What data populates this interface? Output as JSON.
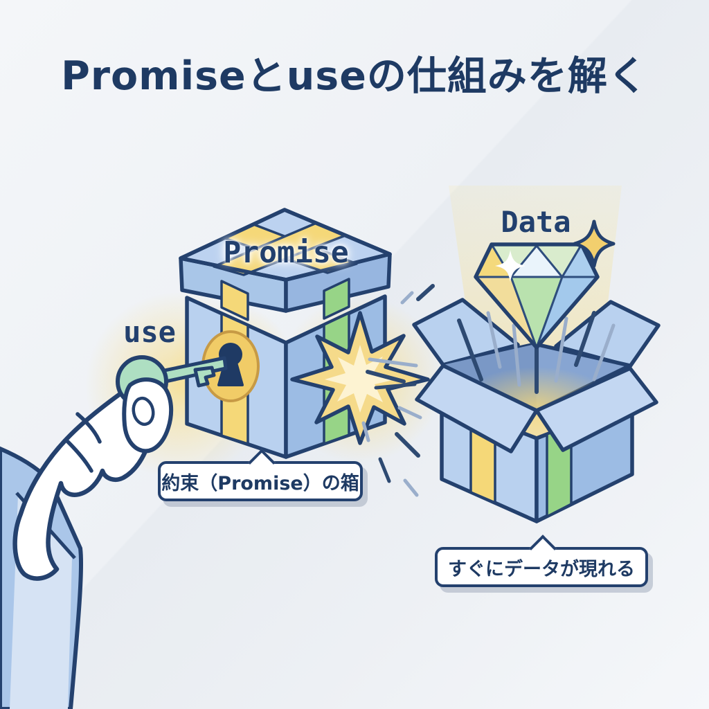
{
  "title": {
    "text": "Promiseとuseの仕組みを解く"
  },
  "promise_box": {
    "label": "Promise",
    "callout": "約束（Promise）の箱"
  },
  "key": {
    "label": "use"
  },
  "data_box": {
    "label": "Data",
    "callout": "すぐにデータが現れる"
  },
  "icons": [
    "gift-box-icon",
    "key-icon",
    "keyhole-icon",
    "hand",
    "sleeve",
    "unlock-burst-icon",
    "open-box-icon",
    "diamond-icon",
    "sparkle-icon",
    "light-beam"
  ],
  "colors": {
    "title_navy": "#1e3a63",
    "outline_navy": "#24416e",
    "box_blue_light": "#c3d7f2",
    "box_blue": "#aec8ea",
    "box_blue_dark": "#9cbce4",
    "box_inner": "#87a5d2",
    "ribbon_yellow": "#f5d878",
    "ribbon_green": "#97d487",
    "keyhole_gold": "#f1cc67",
    "key_mint": "#aedfc2",
    "burst_yellow": "#f5da8a",
    "burst_inner": "#fdf3d2",
    "beam_yellow": "#f4dc8c",
    "diamond_green": "#b9e2ae",
    "diamond_yellow": "#f4d97c",
    "diamond_blue": "#a8cdee",
    "sparkle_gold": "#f2cf6e",
    "dash_slate": "#9aaecb",
    "background": "#eef1f5"
  }
}
